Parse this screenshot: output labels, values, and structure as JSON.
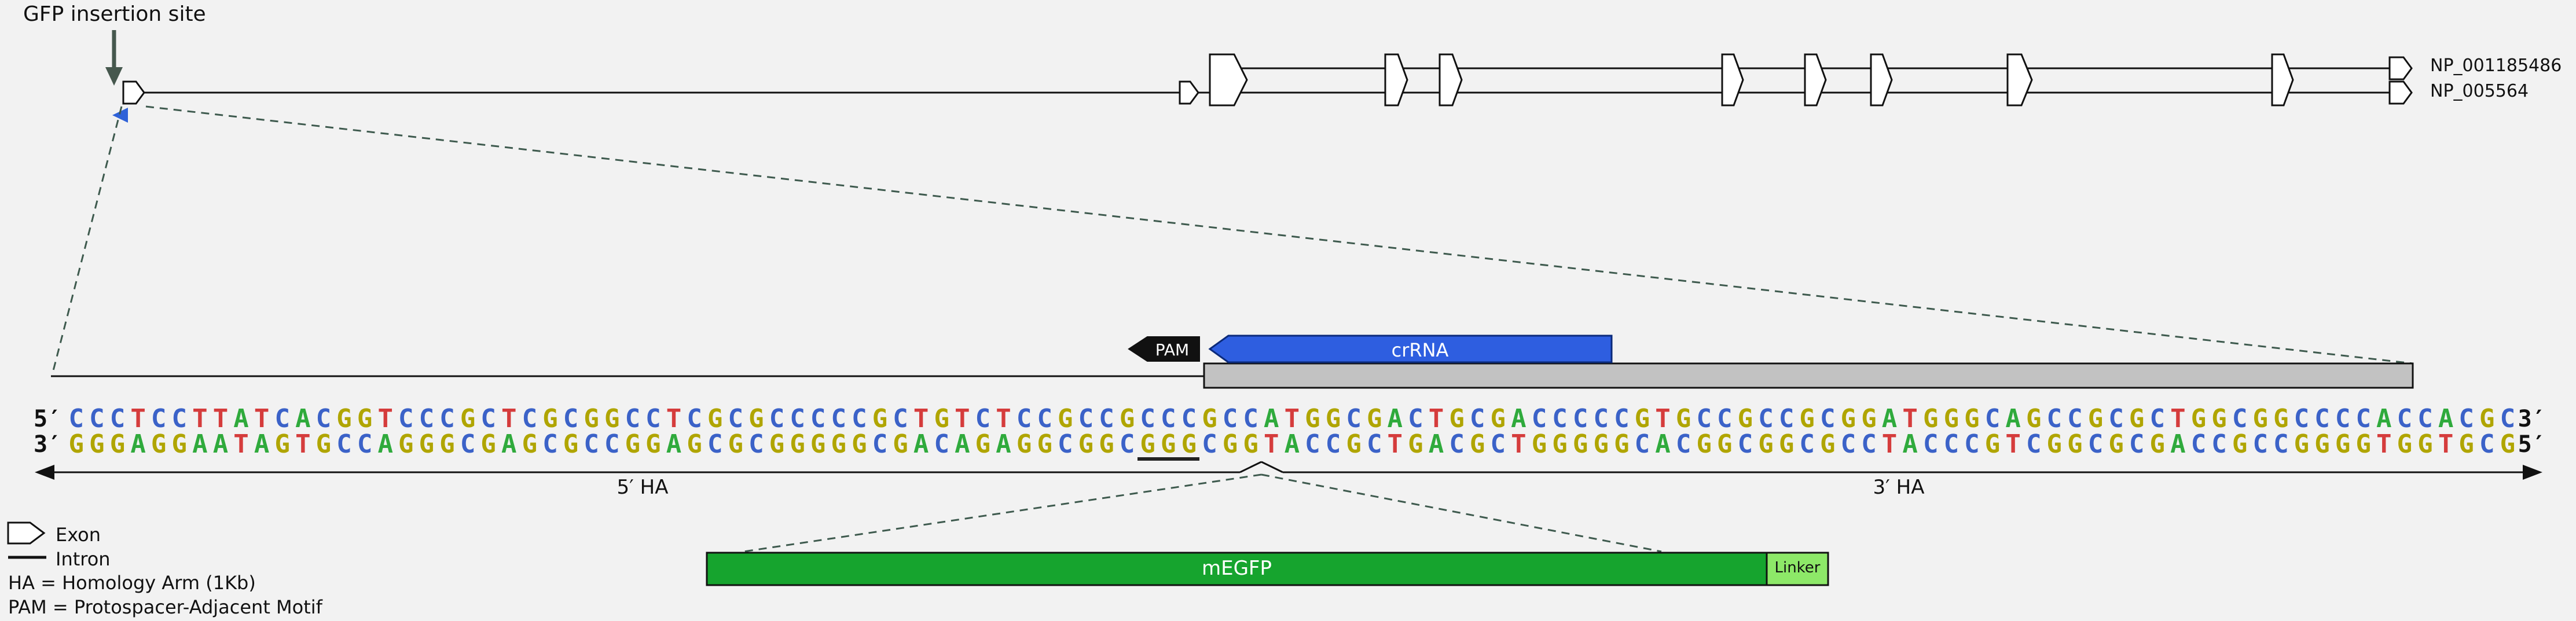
{
  "diagram": {
    "insertion_label": "GFP insertion site",
    "transcripts": [
      "NP_001185486",
      "NP_005564"
    ],
    "pam_label": "PAM",
    "crrna_label": "crRNA",
    "ha5_label": "5′ HA",
    "ha3_label": "3′ HA",
    "megfp_label": "mEGFP",
    "linker_label": "Linker"
  },
  "sequence": {
    "top_label_left": "5′",
    "top_label_right": "3′",
    "bottom_label_left": "3′",
    "bottom_label_right": "5′",
    "top_strand": "CCCTCCTTATCACGGTCCCGCTCGCGGCCTCGCGCCCCCGCTGTCTCCGCCGCCCGCCATGGCGACTGCGACCCCCGTGCCGCCGCGGATGGGCAGCCGCGCTGGCGGCCCCACCACGC",
    "bottom_strand": "GGGAGGAATAGTGCCAGGGCGAGCGCCGGAGCGCGGGGGCGACAGAGGCGGCGGGCGGTACCGCTGACGCTGGGGGCACGGCGGCGCCTACCCGTCGGCGCGACCGCCGGGGTGGTGCG",
    "underline_strand": "bottom",
    "underline_start": 52,
    "underline_end": 54
  },
  "base_colors": {
    "A": "#2faa3c",
    "C": "#3b62c8",
    "G": "#b0a500",
    "T": "#d53c3c"
  },
  "accent_colors": {
    "crrna_fill": "#2e5ee0",
    "megfp_fill": "#16a42e",
    "linker_fill": "#8de868",
    "bar_fill": "#c2c2c2",
    "pam_fill": "#111111",
    "guide_dash": "#3e5a4e",
    "insertion_triangle": "#2f62d8"
  },
  "legend": {
    "exon": "Exon",
    "intron": "Intron",
    "ha": "HA = Homology Arm (1Kb)",
    "pam": "PAM = Protospacer-Adjacent Motif"
  }
}
